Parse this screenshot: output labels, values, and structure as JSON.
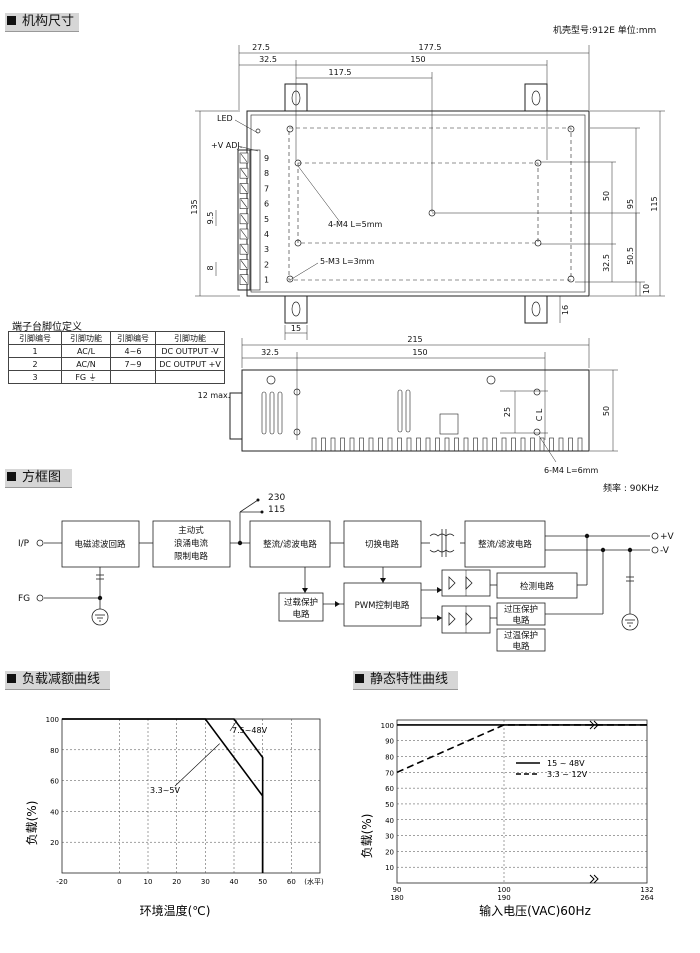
{
  "sections": {
    "dimensions": "机构尺寸",
    "block_diagram": "方框图",
    "derating": "负载减额曲线",
    "static": "静态特性曲线"
  },
  "case_info": "机壳型号:912E    单位:mm",
  "dims": {
    "d27_5": "27.5",
    "d177_5": "177.5",
    "d32_5a": "32.5",
    "d150a": "150",
    "d117_5": "117.5",
    "d135": "135",
    "d9_5": "9.5",
    "d8": "8",
    "d50": "50",
    "d95": "95",
    "d115": "115",
    "d32_5b": "32.5",
    "d50_5": "50.5",
    "d10": "10",
    "d15": "15",
    "d16": "16",
    "d215": "215",
    "d32_5c": "32.5",
    "d150b": "150",
    "d12max": "12 max.",
    "d25": "25",
    "d50b": "50"
  },
  "labels": {
    "led": "LED",
    "vadj": "+V ADJ.",
    "m4": "4-M4 L=5mm",
    "m3": "5-M3 L=3mm",
    "m4b": "6-M4 L=6mm",
    "cl": "C L"
  },
  "terminal_numbers": [
    "9",
    "8",
    "7",
    "6",
    "5",
    "4",
    "3",
    "2",
    "1"
  ],
  "pin_table": {
    "title": "端子台脚位定义",
    "headers": [
      "引脚编号",
      "引脚功能",
      "引脚编号",
      "引脚功能"
    ],
    "rows": [
      [
        "1",
        "AC/L",
        "4~6",
        "DC OUTPUT -V"
      ],
      [
        "2",
        "AC/N",
        "7~9",
        "DC OUTPUT +V"
      ],
      [
        "3",
        "FG ⏚",
        "",
        ""
      ]
    ]
  },
  "block": {
    "freq": "频率 : 90KHz",
    "ip": "I/P",
    "fg": "FG",
    "emi": "电磁滤波回路",
    "active": [
      "主动式",
      "浪涌电流",
      "限制电路"
    ],
    "v230": "230",
    "v115": "115",
    "rect1": "整流/滤波电路",
    "switch": "切换电路",
    "rect2": "整流/滤波电路",
    "pos": "+V",
    "neg": "-V",
    "pwm": "PWM控制电路",
    "olp": [
      "过载保护",
      "电路"
    ],
    "detect": "检测电路",
    "ovp": [
      "过压保护",
      "电路"
    ],
    "otp": [
      "过温保护",
      "电路"
    ]
  },
  "derating_chart": {
    "type": "line",
    "x_ticks": [
      "-20",
      "0",
      "10",
      "20",
      "30",
      "40",
      "50",
      "60"
    ],
    "x_unit": "(水平)",
    "y_ticks": [
      "100",
      "80",
      "60",
      "40",
      "20"
    ],
    "ylabel": "负载(%)",
    "xlabel": "环境温度(℃)",
    "xlim": [
      -20,
      70
    ],
    "ylim": [
      0,
      100
    ],
    "series": [
      {
        "name": "7.5~48V",
        "x": [
          -20,
          40,
          50,
          50
        ],
        "y": [
          100,
          100,
          75,
          0
        ]
      },
      {
        "name": "3.3~5V",
        "x": [
          -20,
          30,
          50,
          50
        ],
        "y": [
          100,
          100,
          50,
          0
        ]
      }
    ]
  },
  "static_chart": {
    "type": "line",
    "x_ticks": [
      [
        "90",
        "180"
      ],
      [
        "100",
        "190"
      ],
      [
        "132",
        "264"
      ]
    ],
    "y_ticks": [
      "100",
      "90",
      "80",
      "70",
      "60",
      "50",
      "40",
      "30",
      "20",
      "10"
    ],
    "ylabel": "负载(%)",
    "xlabel": "输入电压(VAC)60Hz",
    "ylim": [
      0,
      100
    ],
    "series": [
      {
        "name": "15 ~ 48V",
        "x": [
          90,
          132
        ],
        "y": [
          100,
          100
        ],
        "style": "solid"
      },
      {
        "name": "3.3 ~ 12V",
        "x": [
          90,
          100,
          132
        ],
        "y": [
          70,
          100,
          100
        ],
        "style": "dashed"
      }
    ]
  }
}
